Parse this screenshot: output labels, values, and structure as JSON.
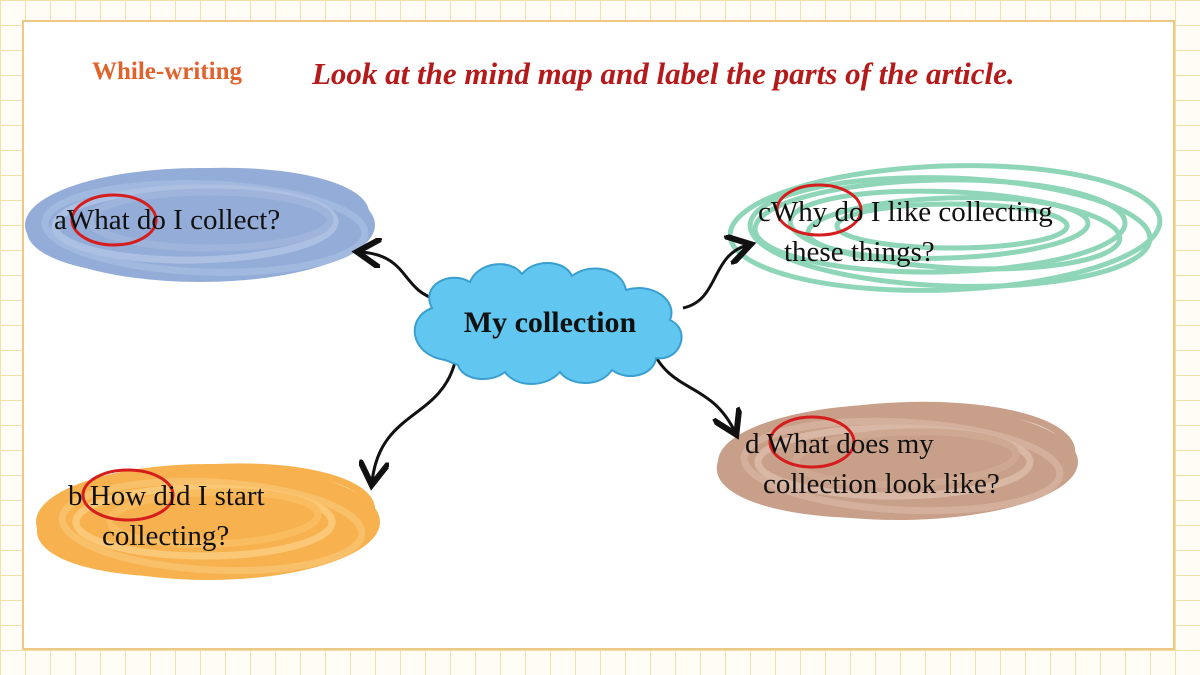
{
  "header": {
    "section": "While-writing",
    "instruction": "Look at the mind map and label the parts of the article."
  },
  "center": {
    "title": "My collection"
  },
  "nodes": {
    "a": {
      "letter": "a",
      "line1": "What do I collect?",
      "line2": ""
    },
    "b": {
      "letter": "b",
      "line1": "How did I start",
      "line2": "collecting?"
    },
    "c": {
      "letter": "c",
      "line1": "Why do I like collecting",
      "line2": "these things?"
    },
    "d": {
      "letter": "d",
      "line1": "What does my",
      "line2": "collection look like?"
    }
  },
  "colors": {
    "node_a": "#8fa9d6",
    "node_b": "#f7b24f",
    "node_c": "#8fd6b8",
    "node_d": "#c8a08a",
    "cloud": "#62c7f0",
    "highlight_circle": "#d51d1d",
    "section_label": "#e0622d",
    "instruction": "#b51a1a"
  }
}
